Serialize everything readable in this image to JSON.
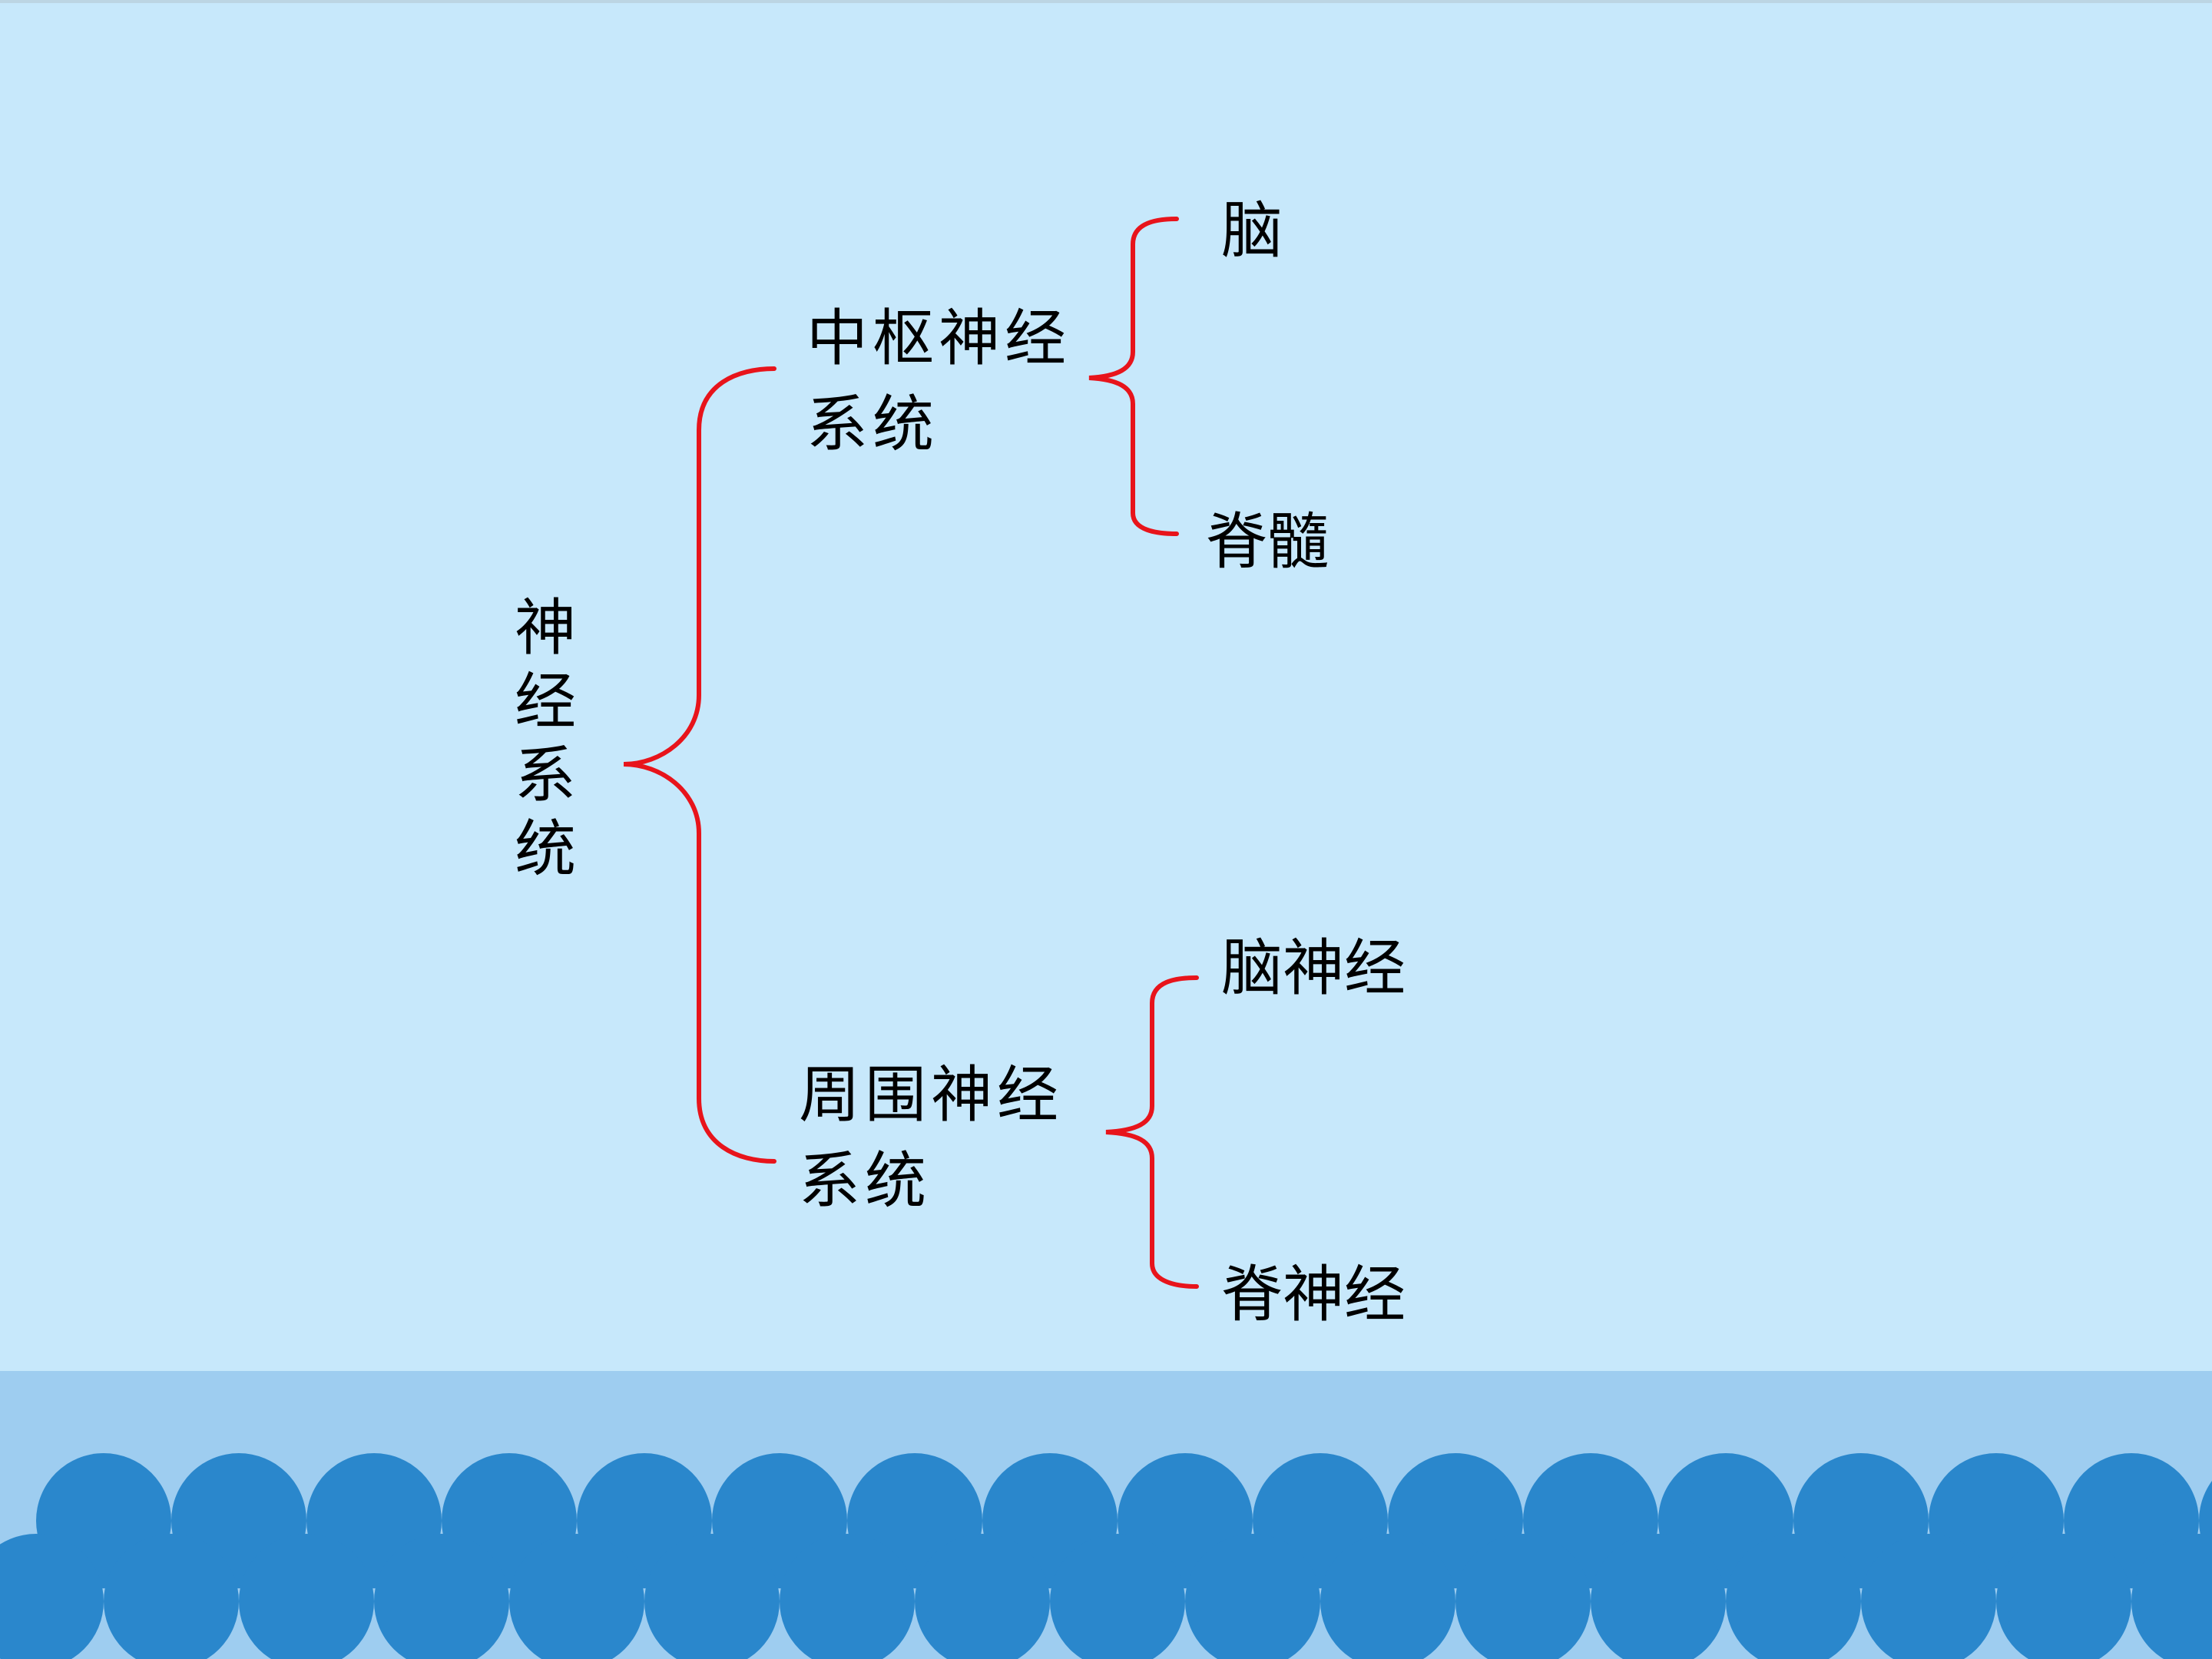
{
  "colors": {
    "background": "#c7e8fb",
    "bracket": "#e8141b",
    "footer_band": "#9ecdf0",
    "footer_scales": "#2a87cc"
  },
  "diagram": {
    "root": "神经系统",
    "central": {
      "label": "中枢神经\n系统",
      "children": [
        "脑",
        "脊髓"
      ]
    },
    "peripheral": {
      "label": "周围神经\n系统",
      "children": [
        "脑神经",
        "脊神经"
      ]
    }
  }
}
